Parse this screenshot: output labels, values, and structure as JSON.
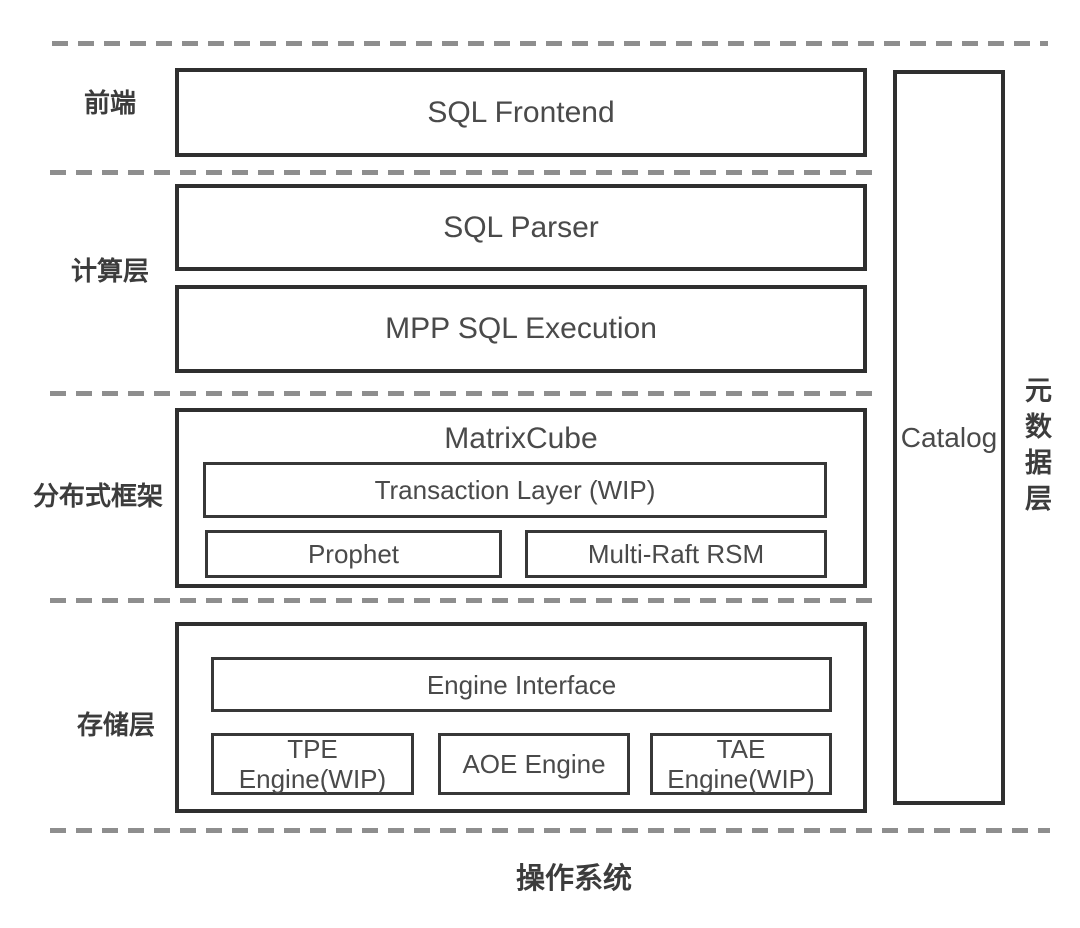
{
  "colors": {
    "background": "#ffffff",
    "box_border": "#2f2f2f",
    "inner_box_border": "#383838",
    "box_text": "#4a4a4a",
    "label_text": "#3c3c3c",
    "dashed_line": "#8e8e8e"
  },
  "layers": {
    "frontend": {
      "label": "前端",
      "sql_frontend": "SQL Frontend"
    },
    "compute": {
      "label": "计算层",
      "sql_parser": "SQL Parser",
      "mpp_sql_execution": "MPP SQL Execution"
    },
    "distributed": {
      "label": "分布式框架",
      "matrixcube_title": "MatrixCube",
      "transaction_layer": "Transaction Layer (WIP)",
      "prophet": "Prophet",
      "multi_raft_rsm": "Multi-Raft RSM"
    },
    "storage": {
      "label": "存储层",
      "engine_interface": "Engine Interface",
      "tpe_engine_line1": "TPE",
      "tpe_engine_line2": "Engine(WIP)",
      "aoe_engine": "AOE Engine",
      "tae_engine_line1": "TAE",
      "tae_engine_line2": "Engine(WIP)"
    },
    "metadata": {
      "label": "元数据层",
      "catalog": "Catalog"
    },
    "os_label": "操作系统"
  }
}
